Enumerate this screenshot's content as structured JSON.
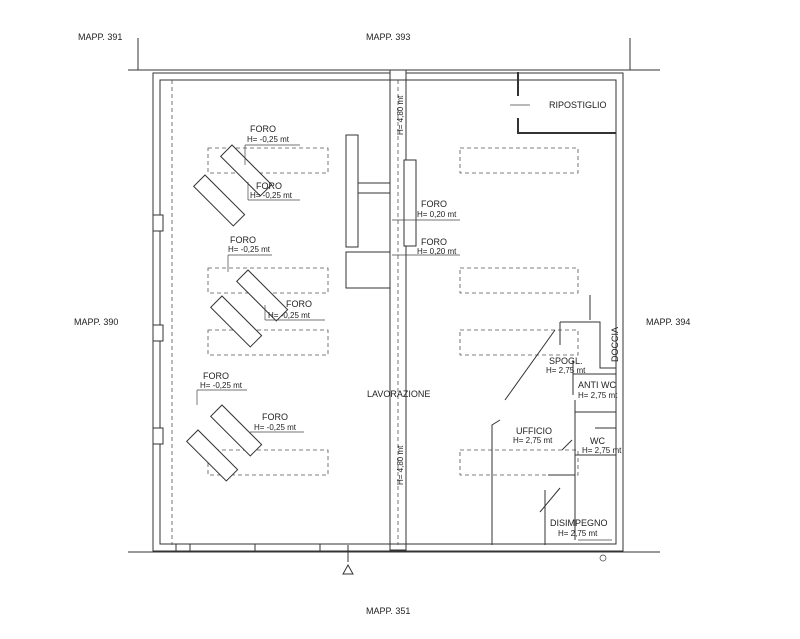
{
  "parcels": {
    "top_left": "MAPP. 391",
    "top": "MAPP. 393",
    "left": "MAPP. 390",
    "right": "MAPP. 394",
    "bottom": "MAPP. 351"
  },
  "rooms": {
    "ripostiglio": "RIPOSTIGLIO",
    "lavorazione": "LAVORAZIONE",
    "doccia": "DOCCIA",
    "spogl": "SPOGL.",
    "spogl_h": "H= 2,75 mt",
    "antiwc": "ANTI WC",
    "antiwc_h": "H= 2,75 mt",
    "ufficio": "UFFICIO",
    "ufficio_h": "H= 2,75 mt",
    "wc": "WC",
    "wc_h": "H= 2,75 mt",
    "disimpegno": "DISIMPEGNO",
    "disimpegno_h": "H= 2,75 mt"
  },
  "heights": {
    "corridor_top": "H= 4,80 mt",
    "corridor_bottom": "H= 4,80 mt"
  },
  "foro": {
    "label": "FORO",
    "depth_neg": "H= -0,25 mt",
    "depth_pos": "H= 0,20 mt"
  },
  "symbols": {
    "entrance": "entrance-arrow-icon"
  }
}
